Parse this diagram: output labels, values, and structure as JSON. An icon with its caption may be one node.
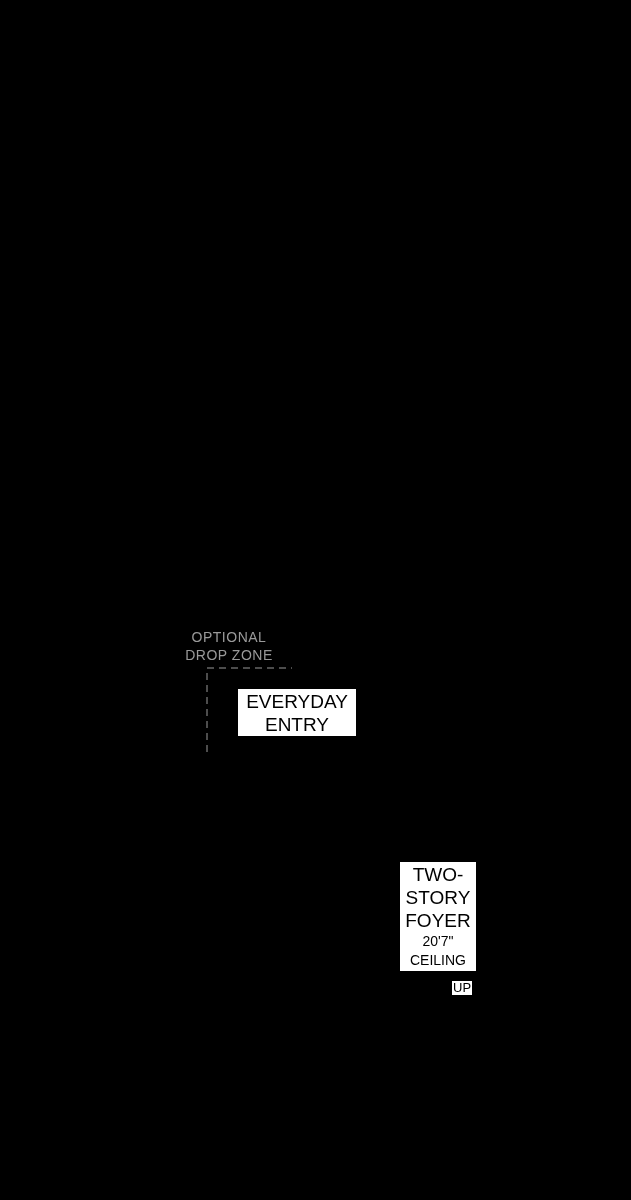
{
  "diagram": {
    "nodes": [
      {
        "text": [
          "OPTIONAL DROP ZONE"
        ]
      },
      {
        "text": [
          "EVERYDAY ENTRY"
        ]
      },
      {
        "text": [
          "TWO-STORY FOYER",
          "20'7\" CEILING"
        ]
      }
    ],
    "edges": [],
    "labels": [
      "UP"
    ]
  }
}
